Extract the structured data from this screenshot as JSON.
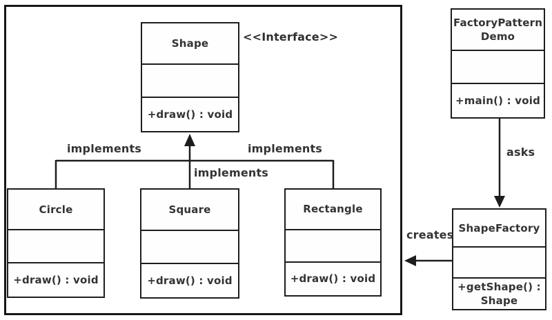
{
  "diagram": {
    "stereotype": "<<Interface>>",
    "classes": {
      "shape": {
        "name": "Shape",
        "attributes": "",
        "method": "+draw() : void"
      },
      "circle": {
        "name": "Circle",
        "attributes": "",
        "method": "+draw() : void"
      },
      "square": {
        "name": "Square",
        "attributes": "",
        "method": "+draw() : void"
      },
      "rectangle": {
        "name": "Rectangle",
        "attributes": "",
        "method": "+draw() : void"
      },
      "factory_pattern_demo": {
        "name": "FactoryPattern\nDemo",
        "attributes": "",
        "method": "+main() : void"
      },
      "shape_factory": {
        "name": "ShapeFactory",
        "attributes": "",
        "method": "+getShape() :\nShape"
      }
    },
    "relationships": {
      "implements_left": "implements",
      "implements_middle": "implements",
      "implements_right": "implements",
      "asks": "asks",
      "creates": "creates"
    },
    "colors": {
      "line": "#1d1d1d",
      "text": "#333333",
      "background": "#ffffff"
    }
  }
}
